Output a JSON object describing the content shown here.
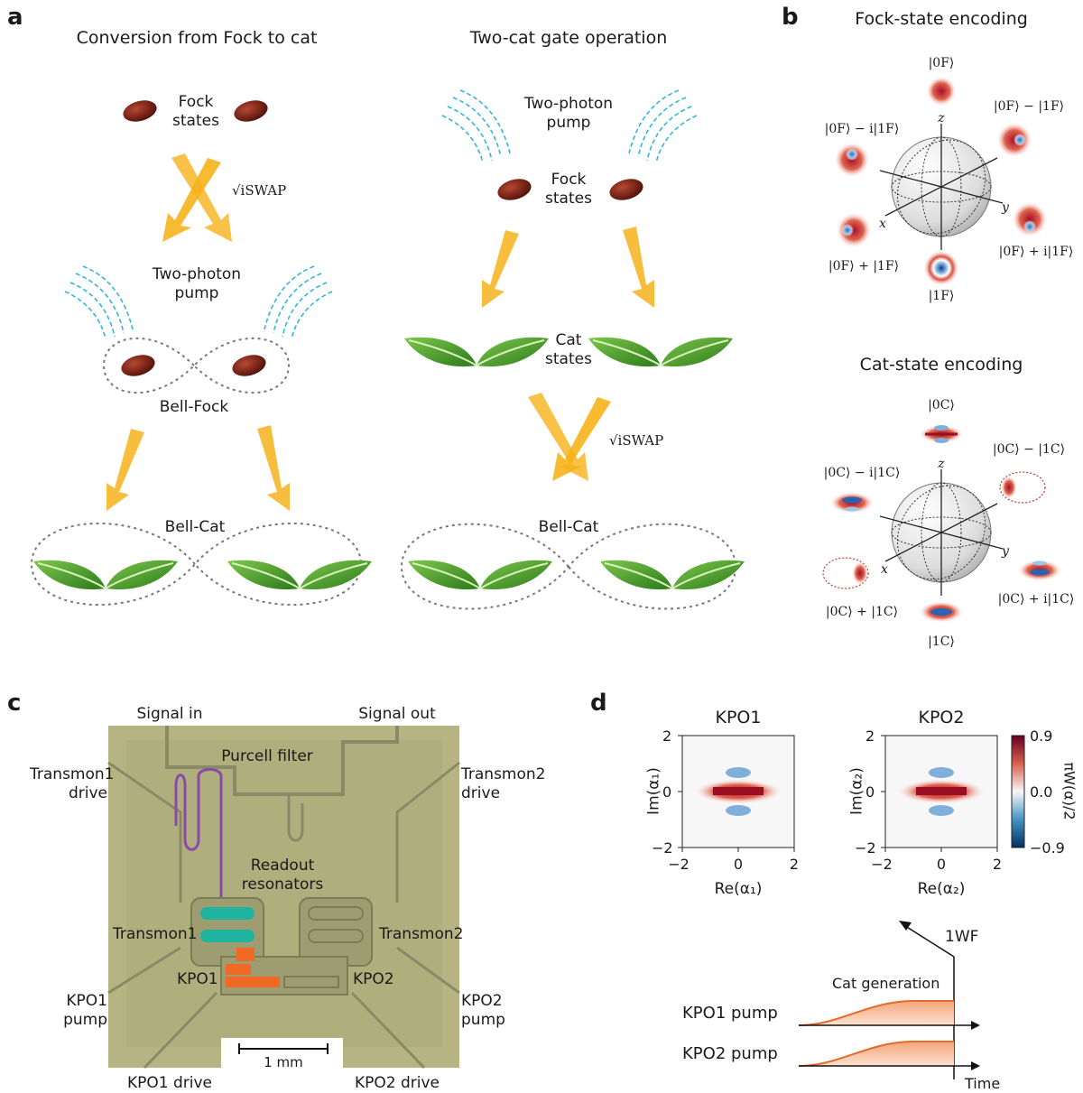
{
  "panels": {
    "a": "a",
    "b": "b",
    "c": "c",
    "d": "d"
  },
  "panel_a": {
    "left_title": "Conversion from Fock to cat",
    "right_title": "Two-cat gate operation",
    "fock_states": [
      "Fock",
      "states"
    ],
    "two_photon_pump": [
      "Two-photon",
      "pump"
    ],
    "cat_states": [
      "Cat",
      "states"
    ],
    "gate_label": "√iSWAP",
    "bell_fock": "Bell-Fock",
    "bell_cat": "Bell-Cat"
  },
  "panel_b": {
    "fock_title": "Fock-state encoding",
    "cat_title": "Cat-state encoding",
    "fock_kets": {
      "top": "|0F⟩",
      "bottom": "|1F⟩",
      "top_right": "|0F⟩ − |1F⟩",
      "left": "|0F⟩ − i|1F⟩",
      "bottom_left": "|0F⟩ + |1F⟩",
      "right": "|0F⟩ + i|1F⟩"
    },
    "cat_kets": {
      "top": "|0C⟩",
      "bottom": "|1C⟩",
      "top_right": "|0C⟩ − |1C⟩",
      "left": "|0C⟩ − i|1C⟩",
      "bottom_left": "|0C⟩ + |1C⟩",
      "right": "|0C⟩ + i|1C⟩"
    },
    "axes": {
      "x": "x",
      "y": "y",
      "z": "z"
    }
  },
  "panel_c": {
    "signal_in": "Signal in",
    "signal_out": "Signal out",
    "purcell_filter": "Purcell filter",
    "transmon1_drive": [
      "Transmon1",
      "drive"
    ],
    "transmon2_drive": [
      "Transmon2",
      "drive"
    ],
    "readout_resonators": [
      "Readout",
      "resonators"
    ],
    "transmon1": "Transmon1",
    "transmon2": "Transmon2",
    "kpo1": "KPO1",
    "kpo2": "KPO2",
    "kpo1_pump": [
      "KPO1",
      "pump"
    ],
    "kpo2_pump": [
      "KPO2",
      "pump"
    ],
    "kpo1_drive": "KPO1 drive",
    "kpo2_drive": "KPO2 drive",
    "scale_bar": "1 mm"
  },
  "panel_d": {
    "plot1_title": "KPO1",
    "plot2_title": "KPO2",
    "plot1_xlabel": "Re(α₁)",
    "plot1_ylabel": "Im(α₁)",
    "plot2_xlabel": "Re(α₂)",
    "plot2_ylabel": "Im(α₂)",
    "xticks": [
      "−2",
      "0",
      "2"
    ],
    "yticks": [
      "2",
      "0",
      "−2"
    ],
    "colorbar_ticks": [
      "0.9",
      "0.0",
      "−0.9"
    ],
    "colorbar_label": "πW(α)/2",
    "timing": {
      "wf_label": "1WF",
      "cat_generation": "Cat generation",
      "kpo1_pump": "KPO1 pump",
      "kpo2_pump": "KPO2 pump",
      "time": "Time"
    }
  },
  "colors": {
    "arrow": "#f6b21a",
    "pump": "#33b6dc",
    "leaf": "#3f9a2a",
    "fock_seed": "#7a2418",
    "wigner_red": "#b2182b",
    "wigner_blue": "#2166ac",
    "chip": "#b5b482",
    "teal": "#1fb3a0",
    "orange": "#f06a25",
    "purple": "#8a4aa8",
    "pump_fill": "#f7c4a5",
    "pump_line": "#e46c2a"
  }
}
